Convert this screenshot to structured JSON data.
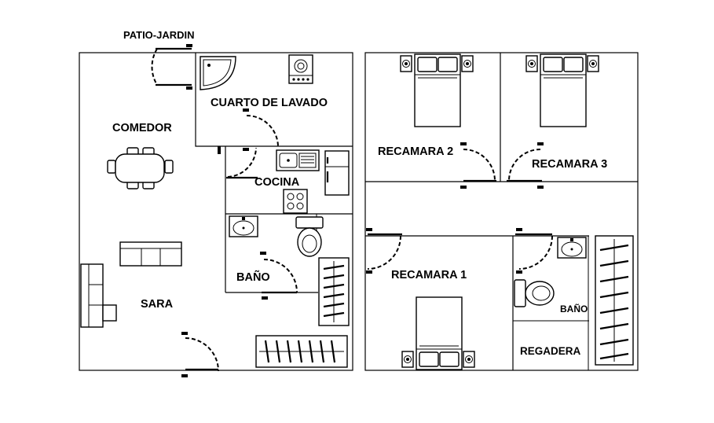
{
  "labels": {
    "patio": "PATIO-JARDIN",
    "lavado": "CUARTO DE LAVADO",
    "comedor": "COMEDOR",
    "cocina": "COCINA",
    "bano_left": "BAÑO",
    "sara": "SARA",
    "recamara2": "RECAMARA 2",
    "recamara3": "RECAMARA 3",
    "recamara1": "RECAMARA 1",
    "bano_right": "BAÑO",
    "regadera": "REGADERA"
  },
  "icons": [
    "bed-icon",
    "door-swing-icon",
    "shower-icon",
    "washer-icon",
    "sink-icon",
    "stove-icon",
    "refrigerator-icon",
    "toilet-icon",
    "wardrobe-icon",
    "dining-table-icon",
    "sofa-icon",
    "armchair-icon"
  ]
}
